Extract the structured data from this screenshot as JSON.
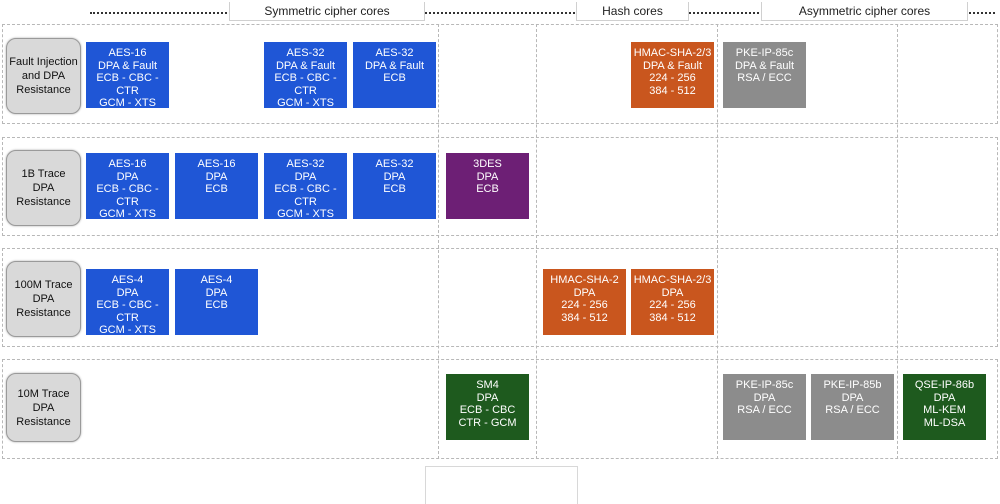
{
  "headers": {
    "symmetric": "Symmetric cipher cores",
    "hash": "Hash cores",
    "asymmetric": "Asymmetric cipher cores"
  },
  "rows": [
    "Fault Injection\nand DPA\nResistance",
    "1B Trace\nDPA\nResistance",
    "100M Trace\nDPA\nResistance",
    "10M Trace\nDPA\nResistance"
  ],
  "cards": {
    "r1_aes16": "AES-16\nDPA & Fault\nECB - CBC - CTR\nGCM - XTS",
    "r1_aes32_full": "AES-32\nDPA & Fault\nECB - CBC - CTR\nGCM - XTS",
    "r1_aes32_ecb": "AES-32\nDPA & Fault\nECB",
    "r1_hmac": "HMAC-SHA-2/3\nDPA & Fault\n224 - 256\n384 - 512",
    "r1_pke85c": "PKE-IP-85c\nDPA & Fault\nRSA / ECC",
    "r2_aes16_full": "AES-16\nDPA\nECB - CBC - CTR\nGCM - XTS",
    "r2_aes16_ecb": "AES-16\nDPA\nECB",
    "r2_aes32_full": "AES-32\nDPA\nECB - CBC - CTR\nGCM - XTS",
    "r2_aes32_ecb": "AES-32\nDPA\nECB",
    "r2_3des": "3DES\nDPA\nECB",
    "r3_aes4_full": "AES-4\nDPA\nECB - CBC - CTR\nGCM - XTS",
    "r3_aes4_ecb": "AES-4\nDPA\nECB",
    "r3_hmac2": "HMAC-SHA-2\nDPA\n224 - 256\n384 - 512",
    "r3_hmac23": "HMAC-SHA-2/3\nDPA\n224 - 256\n384 - 512",
    "r4_sm4": "SM4\nDPA\nECB - CBC\nCTR - GCM",
    "r4_pke85c": "PKE-IP-85c\nDPA\nRSA / ECC",
    "r4_pke85b": "PKE-IP-85b\nDPA\nRSA / ECC",
    "r4_qse86b": "QSE-IP-86b\nDPA\nML-KEM\nML-DSA"
  },
  "colors": {
    "blue": "#1f56d6",
    "purple": "#6d1f75",
    "orange": "#c9561e",
    "gray": "#8c8c8c",
    "green": "#1e5a1e"
  }
}
